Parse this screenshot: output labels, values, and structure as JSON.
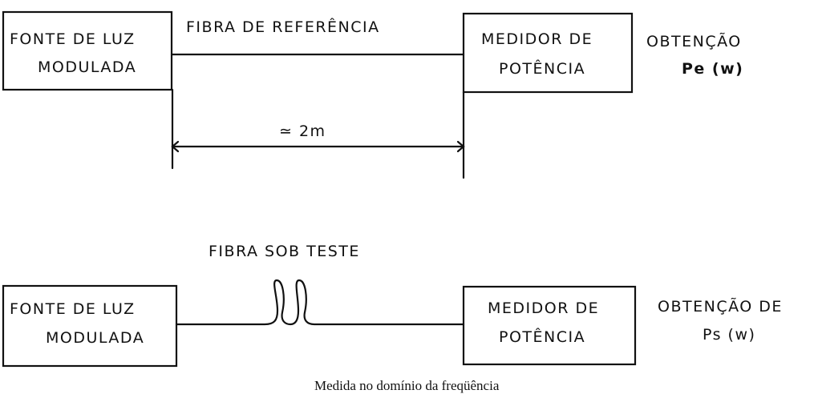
{
  "top": {
    "source_line1": "FONTE DE LUZ",
    "source_line2": "MODULADA",
    "fiber_label": "FIBRA DE REFERÊNCIA",
    "meter_line1": "MEDIDOR DE",
    "meter_line2": "POTÊNCIA",
    "obtain_line1": "OBTENÇÃO",
    "obtain_line2": "Pe (w)",
    "distance": "≃ 2m"
  },
  "bottom": {
    "fiber_label": "FIBRA SOB TESTE",
    "source_line1": "FONTE DE LUZ",
    "source_line2": "MODULADA",
    "meter_line1": "MEDIDOR DE",
    "meter_line2": "POTÊNCIA",
    "obtain_line1": "OBTENÇÃO DE",
    "obtain_line2": "Ps (w)"
  },
  "caption": "Medida  no domínio da freqüência"
}
